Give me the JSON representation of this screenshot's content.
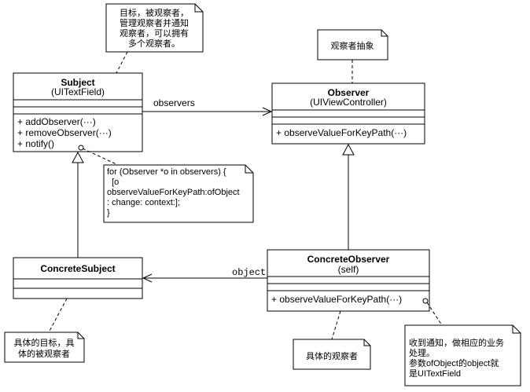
{
  "subject": {
    "name": "Subject",
    "stereotype": "(UITextField)",
    "methods": [
      "+ addObserver(···)",
      "+ removeObserver(···)",
      "+ notify()"
    ]
  },
  "observer": {
    "name": "Observer",
    "stereotype": "(UIViewController)",
    "methods": [
      "+ observeValueForKeyPath(···)"
    ]
  },
  "concrete_subject": {
    "name": "ConcreteSubject"
  },
  "concrete_observer": {
    "name": "ConcreteObserver",
    "stereotype": "(self)",
    "methods": [
      "+ observeValueForKeyPath(···)"
    ]
  },
  "associations": {
    "observers_label": "observers",
    "object_label": "object"
  },
  "notes": {
    "subject_note": [
      "目标，被观察者，",
      "管理观察者并通知",
      "观察者，可以拥有",
      "多个观察者。"
    ],
    "observer_note": [
      "观察者抽象"
    ],
    "notify_note": [
      "for (Observer *o in observers) {",
      "  [o",
      "observeValueForKeyPath:ofObject",
      ": change: context:];",
      "}"
    ],
    "concrete_subject_note": [
      "具体的目标，具",
      "体的被观察者"
    ],
    "concrete_observer_note": [
      "具体的观察者"
    ],
    "callback_note": [
      "收到通知，做相应的业务",
      "处理。",
      "参数ofObject的object就",
      "是UITextField"
    ]
  }
}
